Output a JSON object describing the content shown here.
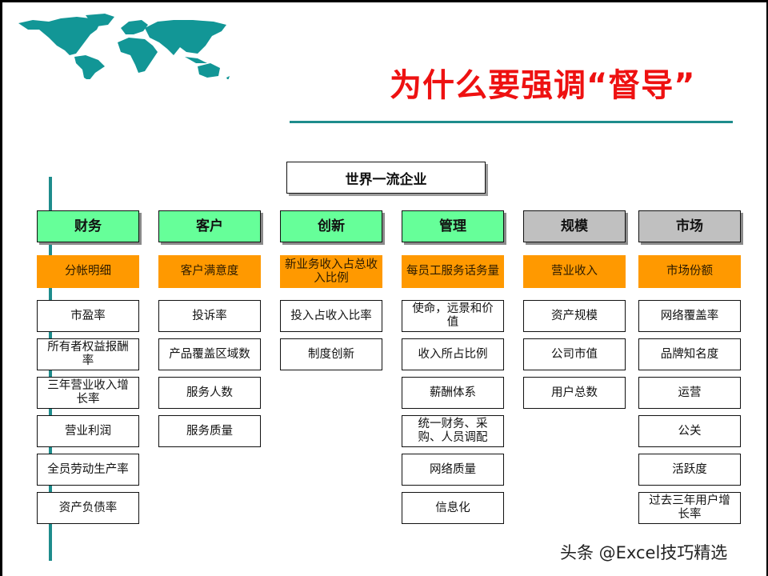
{
  "slide": {
    "title": "为什么要强调“督导”",
    "root_node": "世界一流企业",
    "watermark": "头条 @Excel技巧精选",
    "colors": {
      "title": "#ee1111",
      "accent_teal": "#1e8c8c",
      "header_green": "#66ff99",
      "header_gray": "#c0c0c0",
      "kpi_orange": "#ff9900"
    },
    "map_icon": "world-map-icon"
  },
  "columns": [
    {
      "header": "财务",
      "header_style": "green",
      "kpi": "分帐明细",
      "items": [
        "市盈率",
        "所有者权益报酬率",
        "三年营业收入增长率",
        "营业利润",
        "全员劳动生产率",
        "资产负债率"
      ]
    },
    {
      "header": "客户",
      "header_style": "green",
      "kpi": "客户满意度",
      "items": [
        "投诉率",
        "产品覆盖区域数",
        "服务人数",
        "服务质量"
      ]
    },
    {
      "header": "创新",
      "header_style": "green",
      "kpi": "新业务收入占总收入比例",
      "items": [
        "投入占收入比率",
        "制度创新"
      ]
    },
    {
      "header": "管理",
      "header_style": "green",
      "kpi": "每员工服务话务量",
      "items": [
        "使命，远景和价值",
        "收入所占比例",
        "薪酬体系",
        "统一财务、采购、人员调配",
        "网络质量",
        "信息化"
      ]
    },
    {
      "header": "规模",
      "header_style": "gray",
      "kpi": "营业收入",
      "items": [
        "资产规模",
        "公司市值",
        "用户总数"
      ]
    },
    {
      "header": "市场",
      "header_style": "gray",
      "kpi": "市场份额",
      "items": [
        "网络覆盖率",
        "品牌知名度",
        "运营",
        "公关",
        "活跃度",
        "过去三年用户增长率"
      ]
    }
  ]
}
